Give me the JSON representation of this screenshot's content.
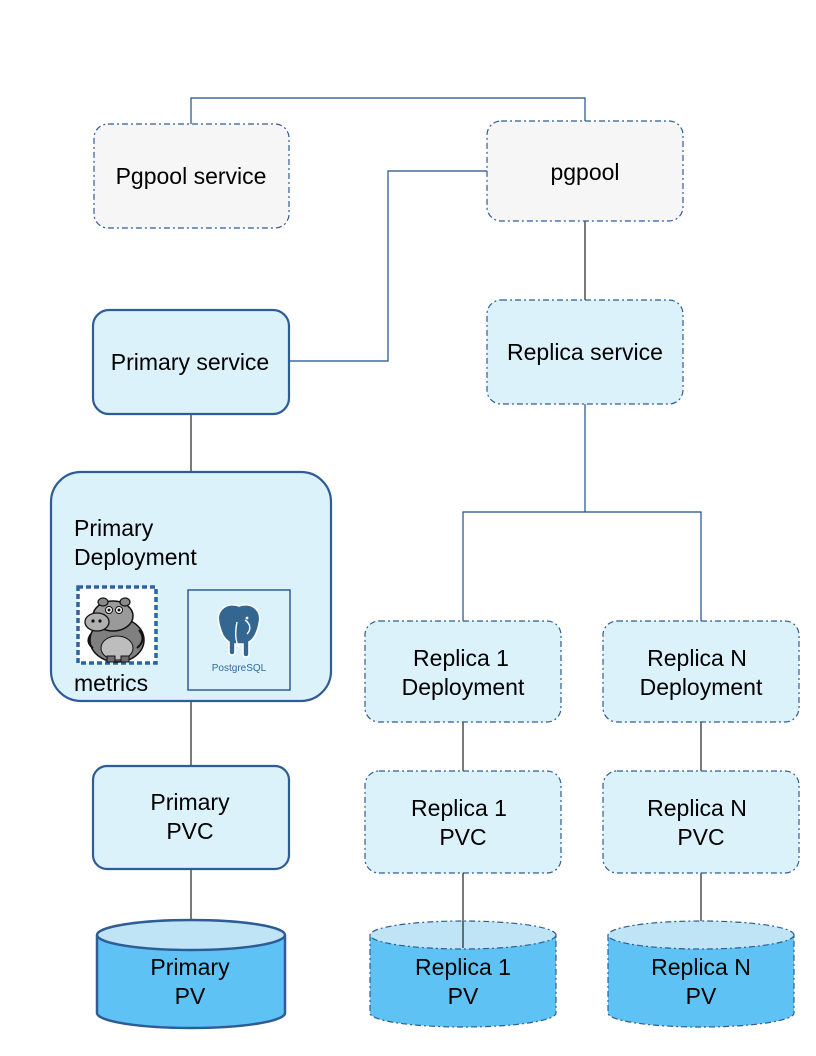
{
  "nodes": {
    "pgpool_service": {
      "label": "Pgpool service"
    },
    "pgpool": {
      "label": "pgpool"
    },
    "primary_service": {
      "label": "Primary service"
    },
    "replica_service": {
      "label": "Replica service"
    },
    "primary_deployment": {
      "label_line1": "Primary",
      "label_line2": "Deployment"
    },
    "metrics": {
      "label": "metrics",
      "icon": "hippo-mascot-icon"
    },
    "postgresql": {
      "logo_text": "PostgreSQL",
      "icon": "postgresql-elephant-icon"
    },
    "replica1_deployment": {
      "label_line1": "Replica 1",
      "label_line2": "Deployment"
    },
    "replicaN_deployment": {
      "label_line1": "Replica N",
      "label_line2": "Deployment"
    },
    "primary_pvc": {
      "label_line1": "Primary",
      "label_line2": "PVC"
    },
    "replica1_pvc": {
      "label_line1": "Replica 1",
      "label_line2": "PVC"
    },
    "replicaN_pvc": {
      "label_line1": "Replica N",
      "label_line2": "PVC"
    },
    "primary_pv": {
      "label_line1": "Primary",
      "label_line2": "PV"
    },
    "replica1_pv": {
      "label_line1": "Replica 1",
      "label_line2": "PV"
    },
    "replicaN_pv": {
      "label_line1": "Replica N",
      "label_line2": "PV"
    }
  },
  "colors": {
    "connector": "#1f4e89",
    "dark_connector": "#222222",
    "gray_fill": "#f6f6f6",
    "light_blue_fill": "#dbf2fb",
    "solid_border": "#2e5c96",
    "pv_fill": "#5ec3f4",
    "pv_top": "#bfe4f5"
  }
}
